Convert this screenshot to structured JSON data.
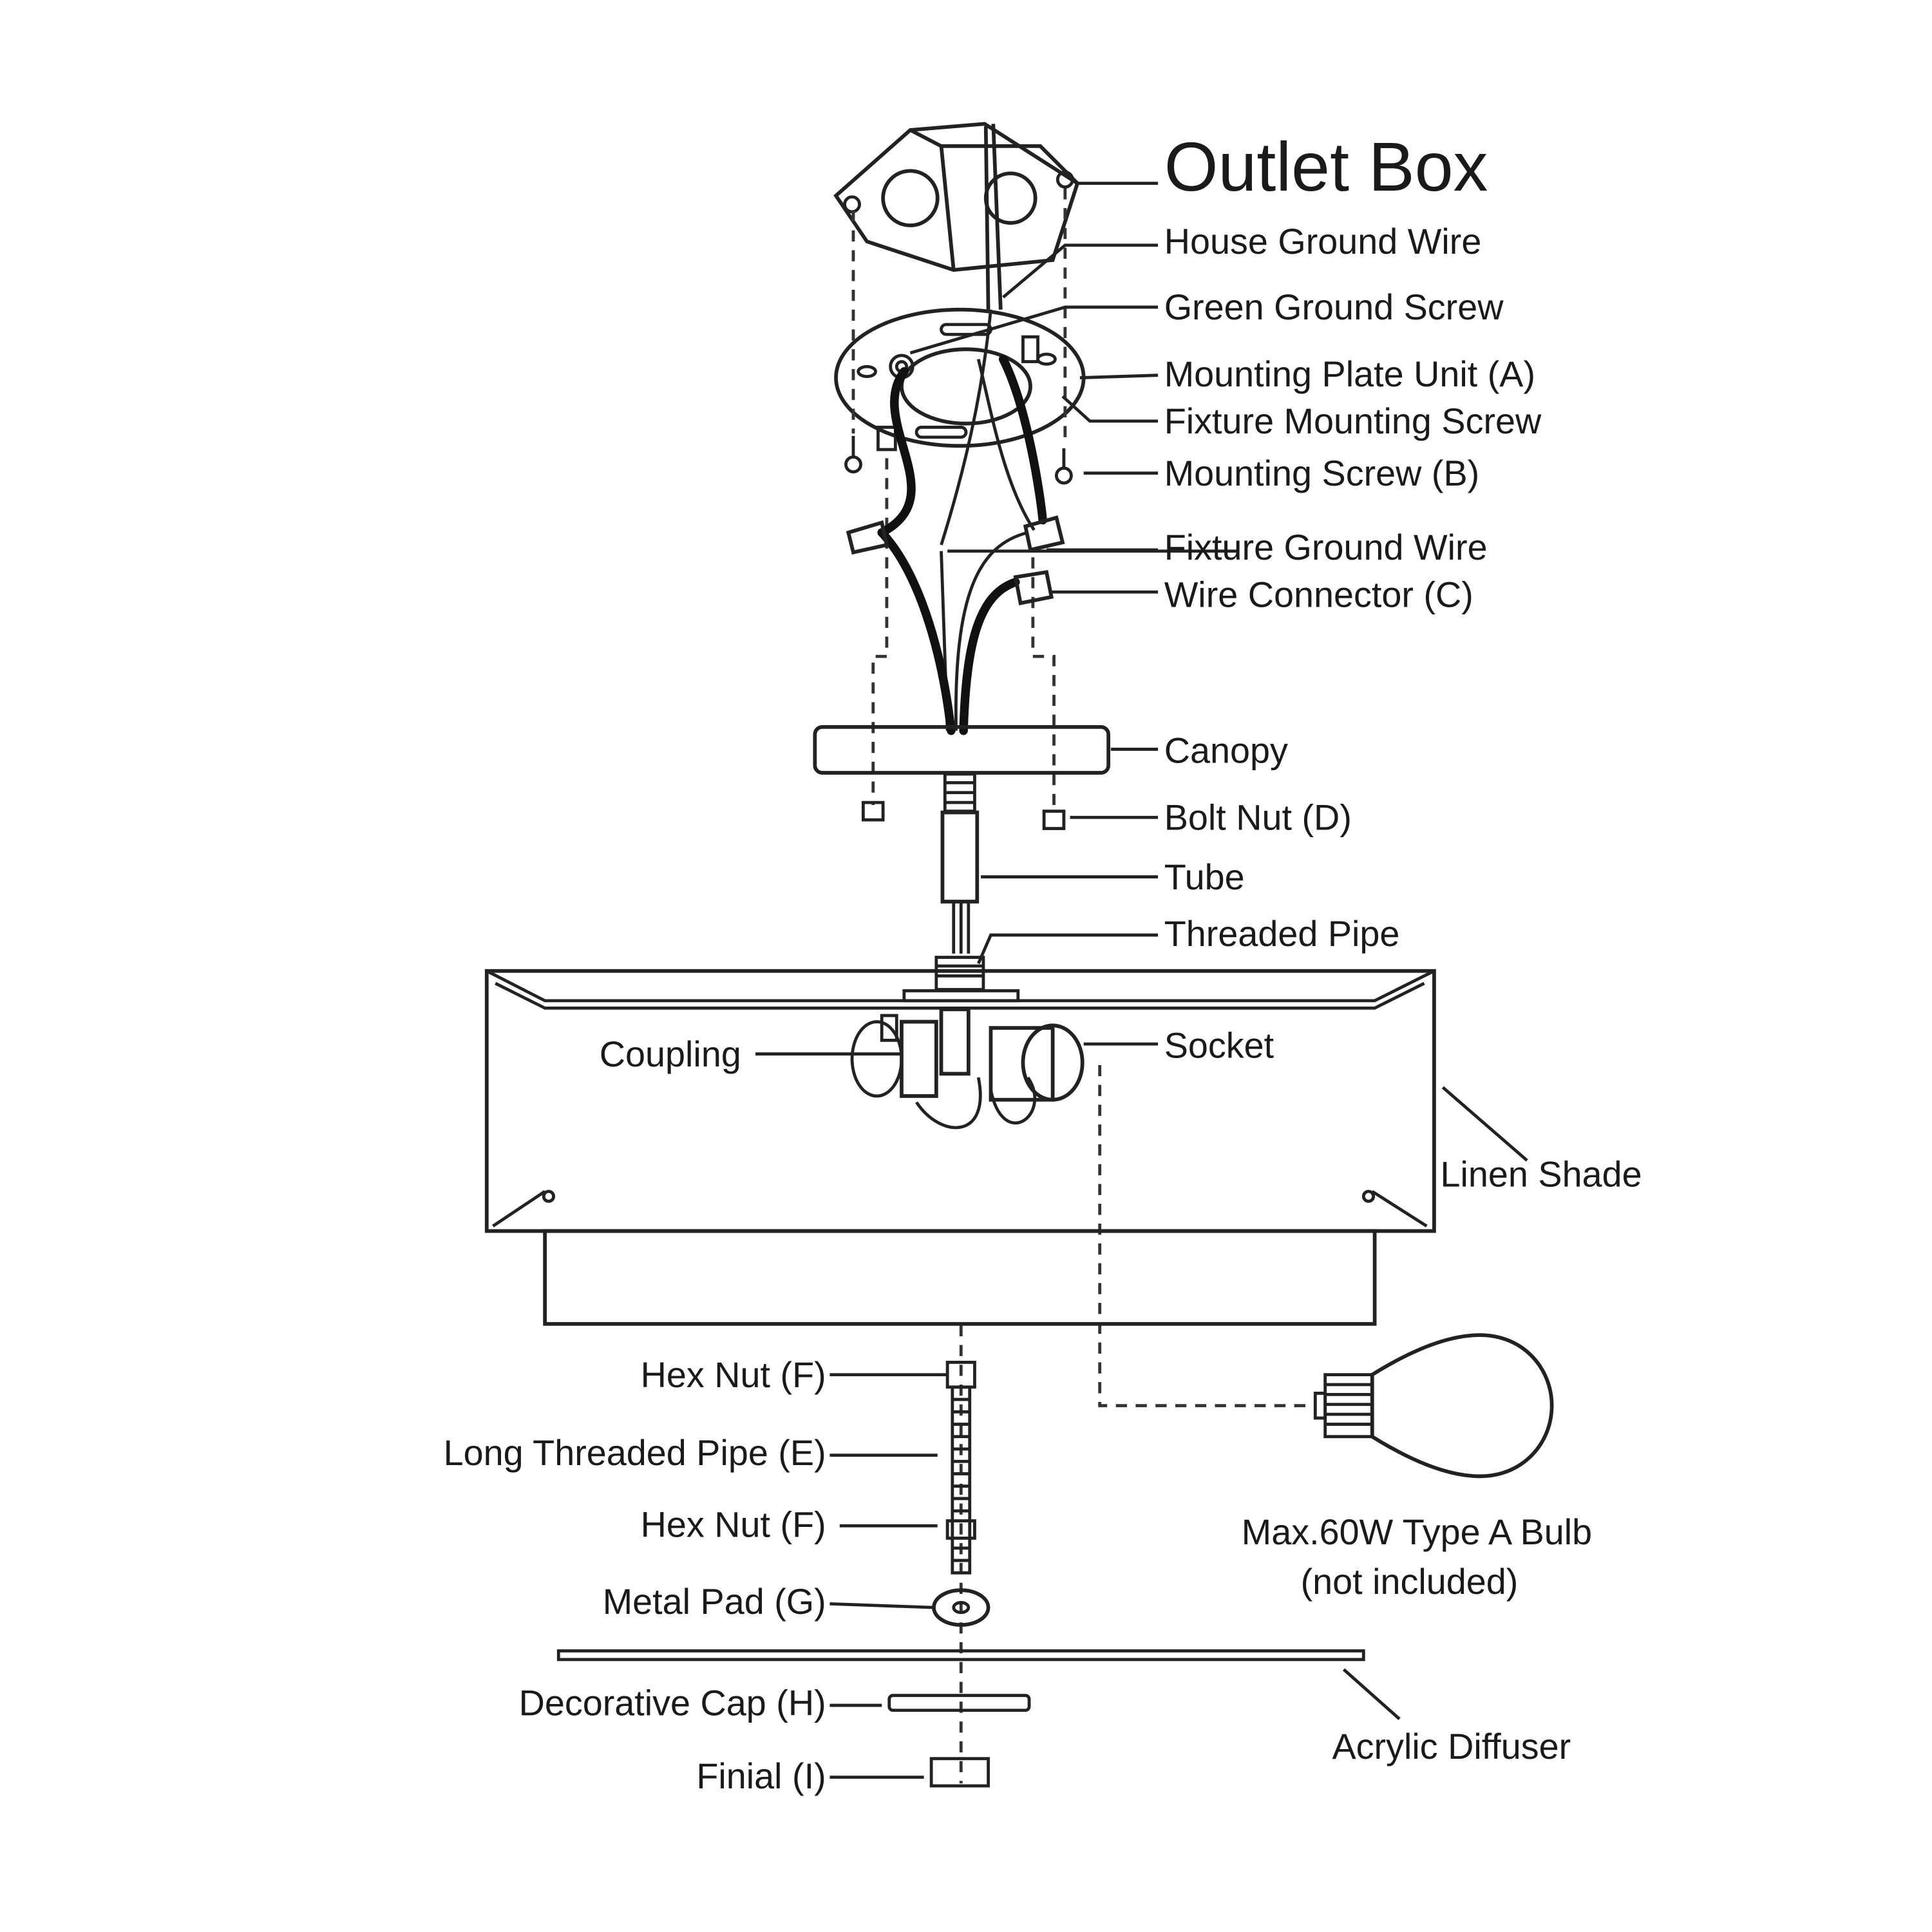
{
  "labels": {
    "outlet_box": "Outlet Box",
    "house_ground_wire": "House Ground Wire",
    "green_ground_screw": "Green Ground Screw",
    "mounting_plate_unit": "Mounting Plate Unit (A)",
    "fixture_mounting_screw": "Fixture Mounting Screw",
    "mounting_screw": "Mounting Screw (B)",
    "fixture_ground_wire": "Fixture Ground Wire",
    "wire_connector": "Wire Connector (C)",
    "canopy": "Canopy",
    "bolt_nut": "Bolt Nut (D)",
    "tube": "Tube",
    "threaded_pipe": "Threaded Pipe",
    "coupling": "Coupling",
    "socket": "Socket",
    "linen_shade": "Linen Shade",
    "hex_nut_top": "Hex Nut (F)",
    "long_threaded_pipe": "Long Threaded Pipe (E)",
    "hex_nut_bottom": "Hex Nut (F)",
    "metal_pad": "Metal Pad (G)",
    "decorative_cap": "Decorative Cap (H)",
    "finial": "Finial (I)",
    "acrylic_diffuser": "Acrylic Diffuser",
    "bulb_line1": "Max.60W Type A Bulb",
    "bulb_line2": "(not included)"
  }
}
